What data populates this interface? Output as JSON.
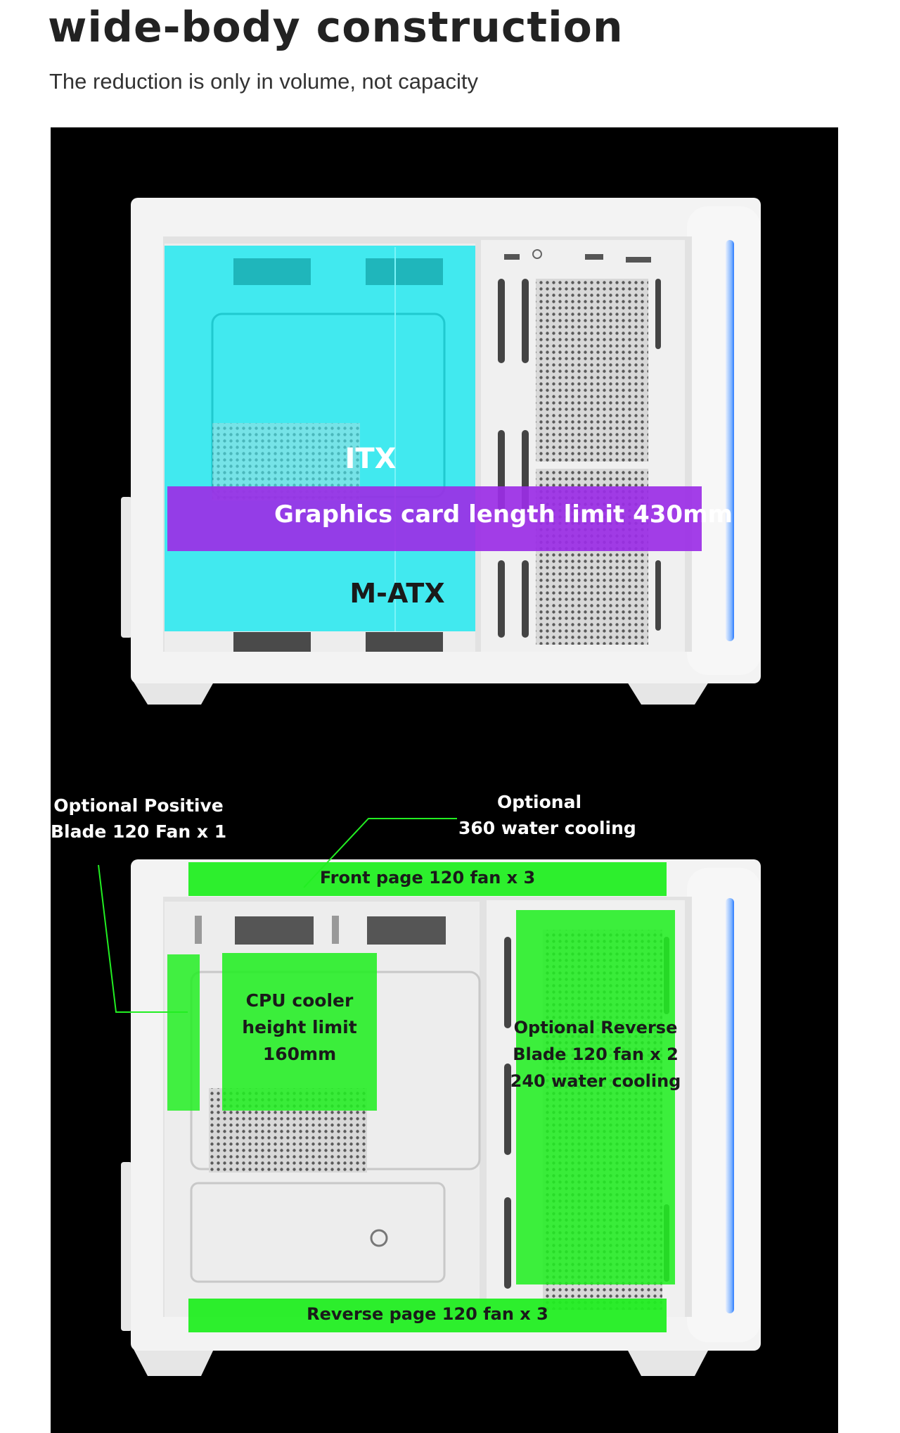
{
  "header": {
    "title": "wide-body construction",
    "subtitle": "The reduction is only in volume, not capacity"
  },
  "diagram_top": {
    "itx_label": "ITX",
    "gpu_label": "Graphics card length limit 430mm",
    "matx_label": "M-ATX"
  },
  "diagram_bottom": {
    "optional_fan_label": [
      "Optional Positive",
      "Blade 120 Fan x 1"
    ],
    "water_cooling_label": [
      "Optional",
      "360 water cooling"
    ],
    "front_fan_label": "Front page 120 fan x 3",
    "cpu_cooler_label": [
      "CPU cooler",
      "height limit",
      "160mm"
    ],
    "reverse_blade_label": [
      "Optional Reverse",
      "Blade 120 fan x 2",
      "240 water cooling"
    ],
    "reverse_fan_label": "Reverse page 120 fan x 3"
  },
  "colors": {
    "page_background": "#ffffff",
    "image_background": "#000000",
    "case_white": "#f4f4f4",
    "itx_cyan": "#2ee8ee",
    "gpu_purple": "#9b2ee6",
    "fan_green": "#22ee22",
    "rgb_blue": "#2a7bff"
  }
}
